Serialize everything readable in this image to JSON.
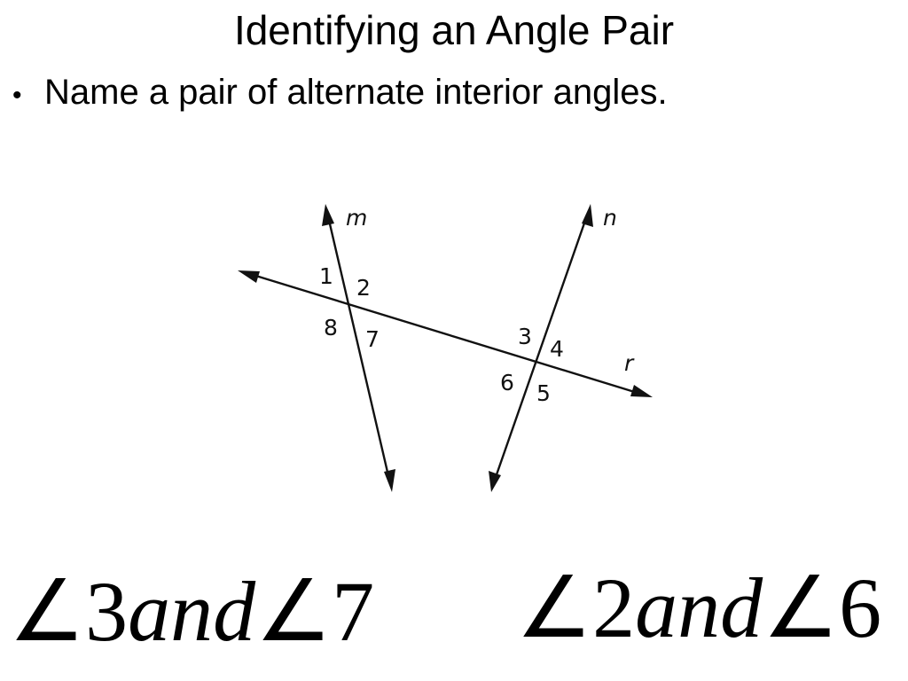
{
  "slide": {
    "title": "Identifying an Angle Pair",
    "bullets": [
      {
        "text": "Name a pair of alternate interior angles."
      }
    ]
  },
  "diagram": {
    "lines": {
      "m": "m",
      "n": "n",
      "r": "r"
    },
    "angle_labels": {
      "a1": "1",
      "a2": "2",
      "a3": "3",
      "a4": "4",
      "a5": "5",
      "a6": "6",
      "a7": "7",
      "a8": "8"
    }
  },
  "answers": [
    {
      "angle_a": "3",
      "connector": "and",
      "angle_b": "7"
    },
    {
      "angle_a": "2",
      "connector": "and",
      "angle_b": "6"
    }
  ],
  "symbols": {
    "angle": "∠",
    "bullet": "•"
  }
}
